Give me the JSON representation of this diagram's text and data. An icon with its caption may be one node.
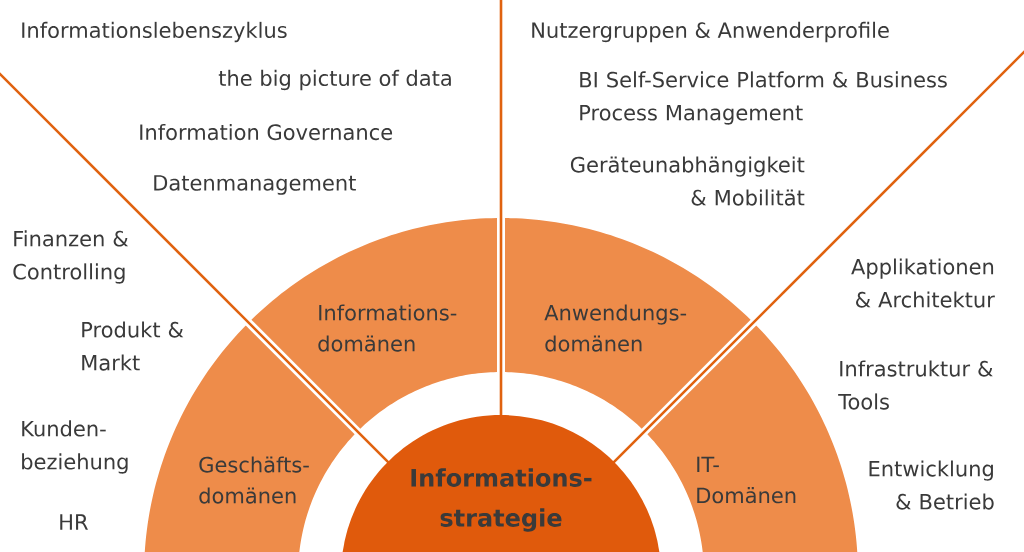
{
  "diagram": {
    "nodes": [
      {
        "text": [
          "Informations- strategie"
        ]
      },
      {
        "text": [
          "Geschäfts- domänen"
        ]
      },
      {
        "text": [
          "Informations- domänen"
        ]
      },
      {
        "text": [
          "Anwendungs- domänen"
        ]
      },
      {
        "text": [
          "IT- Domänen"
        ]
      }
    ],
    "labels": [
      "Informationslebenszyklus",
      "the big picture of data",
      "Information Governance",
      "Datenmanagement",
      "Nutzergruppen & Anwenderprofile",
      "BI Self-Service Platform & Business Process Management",
      "Geräteunabhängigkeit & Mobilität",
      "Finanzen & Controlling",
      "Produkt & Markt",
      "Kunden- beziehung",
      "HR",
      "Applikationen & Architektur",
      "Infrastruktur & Tools",
      "Entwicklung & Betrieb"
    ]
  }
}
